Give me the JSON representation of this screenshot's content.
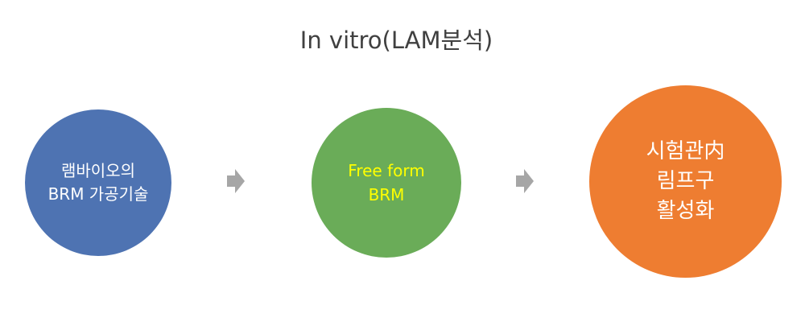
{
  "title": "In vitro(LAM분석)",
  "steps": [
    {
      "lines": [
        "램바이오의",
        "BRM 가공기술"
      ],
      "color": "#4e73b2",
      "text_color": "#ffffff"
    },
    {
      "lines": [
        "Free form",
        "BRM"
      ],
      "color": "#6aac58",
      "text_color": "#ffff00"
    },
    {
      "lines": [
        "시험관内",
        "림프구",
        "활성화"
      ],
      "color": "#ee7d31",
      "text_color": "#ffffff"
    }
  ],
  "arrow_color": "#a6a6a6",
  "arrow_icon": "arrow-right-icon"
}
